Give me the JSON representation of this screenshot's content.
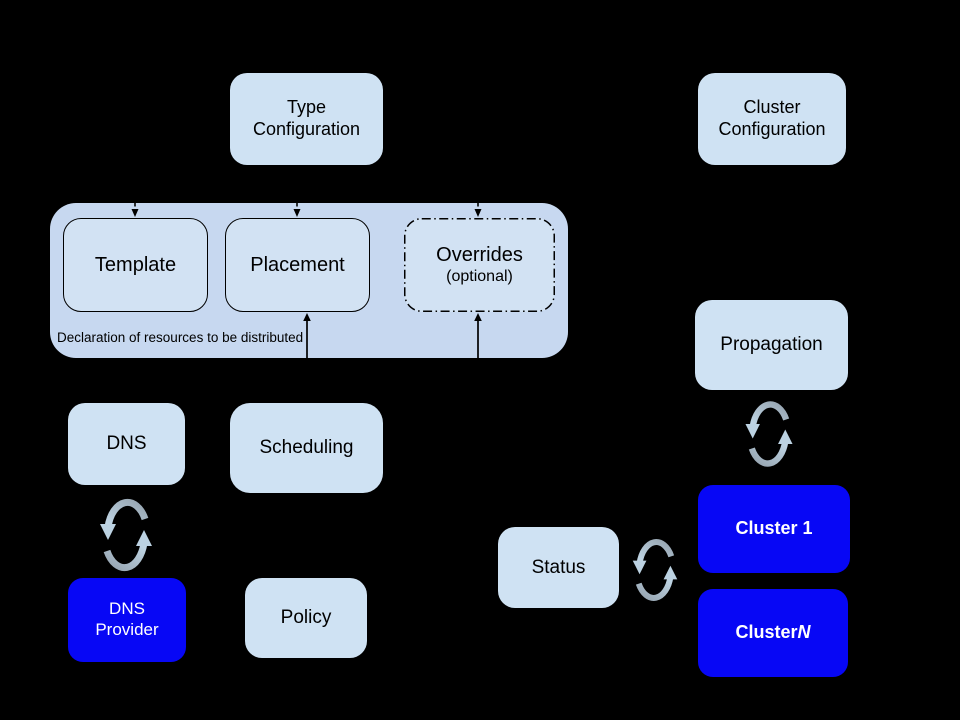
{
  "diagram": {
    "background_color": "#000000",
    "nodes": {
      "type_configuration": "Type\nConfiguration",
      "cluster_configuration": "Cluster\nConfiguration",
      "template": "Template",
      "placement": "Placement",
      "overrides_title": "Overrides",
      "overrides_subtitle": "(optional)",
      "container_caption": "Declaration of resources to be distributed",
      "dns": "DNS",
      "scheduling": "Scheduling",
      "propagation": "Propagation",
      "dns_provider": "DNS\nProvider",
      "policy": "Policy",
      "status": "Status",
      "cluster_1": "Cluster 1",
      "cluster_n_prefix": "Cluster ",
      "cluster_n_italic": "N"
    },
    "icons": {
      "sync": "circular-sync-arrows"
    },
    "colors": {
      "light_box": "#cfe2f3",
      "group_container": "#c7d8f0",
      "inner_box": "#d2e2f3",
      "highlight_blue": "#0707f5",
      "box_text": "#000000",
      "highlight_text": "#ffffff",
      "arrow": "#000000",
      "sync_gray": "#95a3af",
      "sync_light": "#c2d8e8"
    }
  }
}
